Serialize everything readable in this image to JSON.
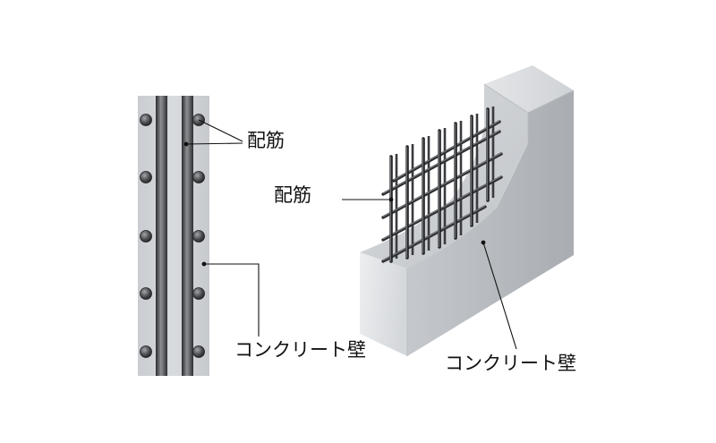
{
  "section_view": {
    "rebar_label": "配筋",
    "wall_label": "コンクリート壁"
  },
  "isometric_view": {
    "rebar_label": "配筋",
    "wall_label": "コンクリート壁"
  }
}
